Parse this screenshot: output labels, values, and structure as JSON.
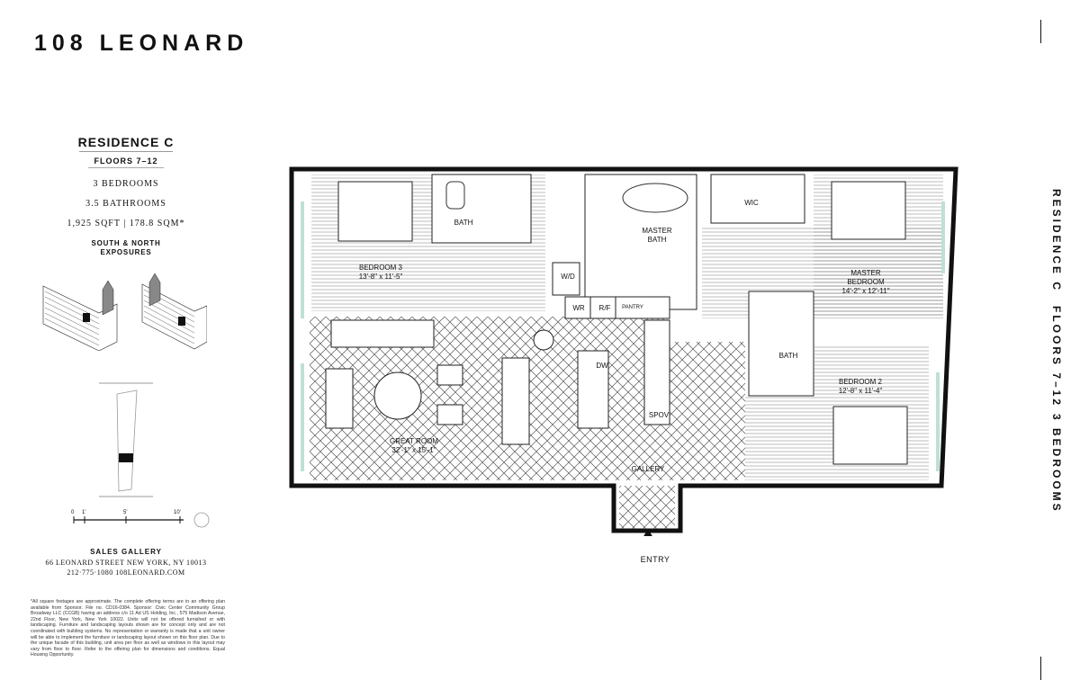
{
  "brand": "108 LEONARD",
  "residence": {
    "title": "RESIDENCE C",
    "floors": "FLOORS 7–12",
    "bedrooms": "3 BEDROOMS",
    "bathrooms": "3.5 BATHROOMS",
    "area": "1,925 SQFT | 178.8 SQM*",
    "exposures_1": "SOUTH & NORTH",
    "exposures_2": "EXPOSURES"
  },
  "scale": {
    "t0": "0",
    "t1": "1'",
    "t5": "5'",
    "t10": "10'"
  },
  "sales": {
    "heading": "SALES GALLERY",
    "address": "66 LEONARD STREET   NEW YORK, NY 10013",
    "contact": "212·775·1080   108LEONARD.COM"
  },
  "disclaimer": "*All square footages are approximate. The complete offering terms are in an offering plan available from Sponsor. File no. CD16-0384. Sponsor: Civic Center Community Group Broadway LLC (CCGB) having an address c/o 11 Ad US Holding, Inc., 575 Madison Avenue, 22nd Floor, New York, New York 10022. Units will not be offered furnished or with landscaping. Furniture and landscaping layouts shown are for concept only and are not coordinated with building systems. No representation or warranty is made that a unit owner will be able to implement the furniture or landscaping layout shown on this floor plan. Due to the unique facade of this building, unit area per floor as well as windows in this layout may vary from floor to floor. Refer to the offering plan for dimensions and conditions. Equal Housing Opportunity.",
  "vertical": {
    "a": "RESIDENCE C",
    "b": "FLOORS 7–12",
    "c": "3 BEDROOMS"
  },
  "rooms": {
    "bedroom3": "BEDROOM 3",
    "bedroom3_dim": "13'-8\" x 11'-5\"",
    "bath1": "BATH",
    "master_bath_1": "MASTER",
    "master_bath_2": "BATH",
    "wic": "WIC",
    "master_bed_1": "MASTER",
    "master_bed_2": "BEDROOM",
    "master_bed_dim": "14'-2\" x 12'-11\"",
    "wd": "W/D",
    "wr": "WR",
    "rf": "R/F",
    "pantry": "PANTRY",
    "dw": "DW",
    "spov": "SPOV",
    "bath2": "BATH",
    "bedroom2": "BEDROOM 2",
    "bedroom2_dim": "12'-8\" x 11'-4\"",
    "great_room": "GREAT ROOM",
    "great_room_dim": "32'-1\" x 15'-1\"",
    "gallery": "GALLERY",
    "entry": "ENTRY"
  }
}
